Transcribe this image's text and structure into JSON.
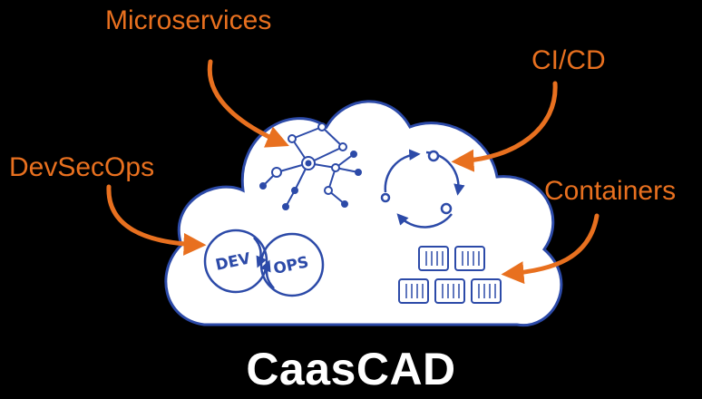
{
  "colors": {
    "background": "#000000",
    "accent": "#e8701f",
    "cloud_fill": "#ffffff",
    "sketch": "#2c4aa8",
    "title": "#ffffff"
  },
  "callouts": {
    "microservices": "Microservices",
    "cicd": "CI/CD",
    "devsecops": "DevSecOps",
    "containers": "Containers"
  },
  "devops": {
    "dev": "DEV",
    "ops": "OPS"
  },
  "icons": {
    "microservices": "network-graph-icon",
    "cicd": "circular-arrows-icon",
    "devops": "devops-loop-icon",
    "containers": "container-stack-icon"
  },
  "title": "CaasCAD"
}
